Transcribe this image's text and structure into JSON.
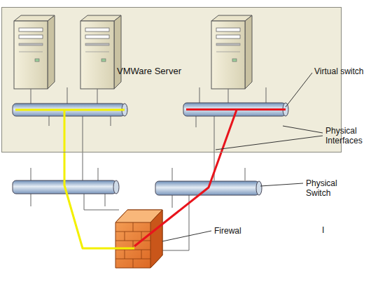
{
  "diagram": {
    "nodes": [
      {
        "text": [
          "VMWare Server"
        ]
      }
    ],
    "labels": [
      "Virtual switch",
      "Physical Interfaces",
      "Physical Switch",
      "Firewal",
      "I"
    ]
  }
}
